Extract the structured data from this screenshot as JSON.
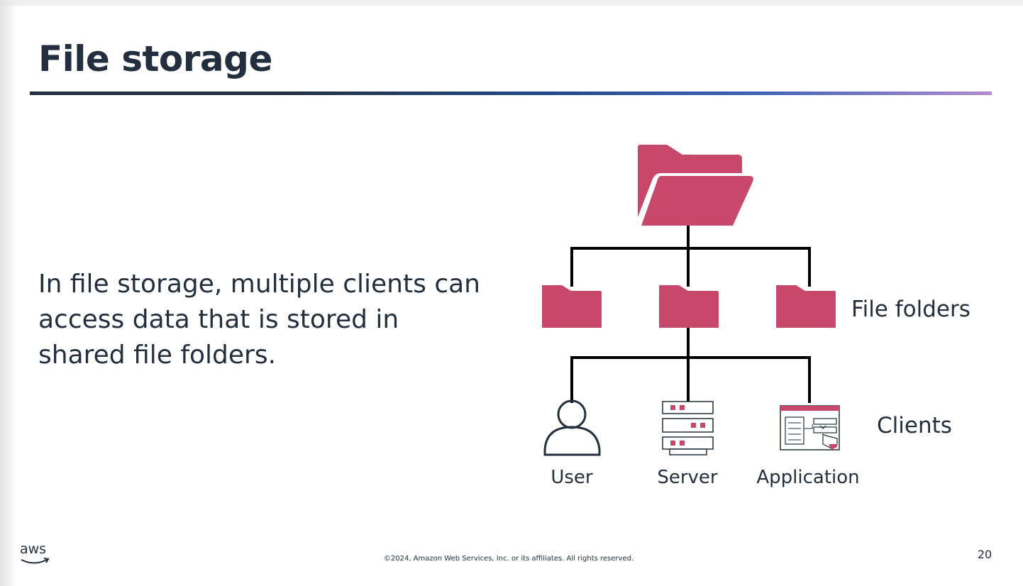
{
  "slide": {
    "title": "File storage",
    "body": "In file storage, multiple clients can access data that is stored in shared file folders.",
    "page_number": "20",
    "copyright": "©2024, Amazon Web Services, Inc. or its affiliates. All rights reserved.",
    "logo_text": "aws"
  },
  "diagram": {
    "folders_label": "File folders",
    "clients_label": "Clients",
    "clients": [
      {
        "label": "User",
        "icon": "user-icon"
      },
      {
        "label": "Server",
        "icon": "server-icon"
      },
      {
        "label": "Application",
        "icon": "application-icon"
      }
    ],
    "colors": {
      "folder": "#c7486a",
      "line": "#000000",
      "text": "#232f3e"
    }
  }
}
